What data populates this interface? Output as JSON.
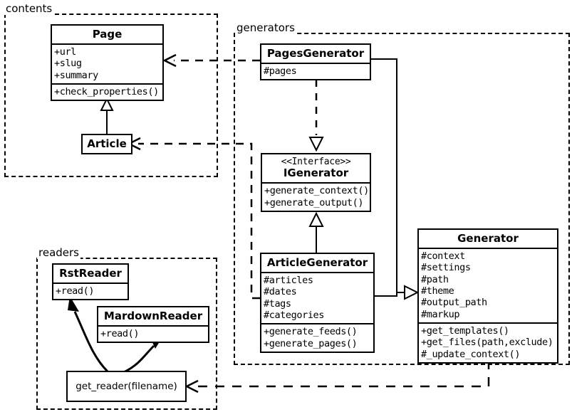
{
  "diagram": {
    "type": "uml-class-diagram",
    "background": "#ffffff",
    "line_color": "#000000"
  },
  "packages": [
    {
      "name": "contents",
      "label": "contents"
    },
    {
      "name": "generators",
      "label": "generators"
    },
    {
      "name": "readers",
      "label": "readers"
    }
  ],
  "classes": {
    "page": {
      "title": "Page",
      "attributes": [
        "+url",
        "+slug",
        "+summary"
      ],
      "methods": [
        "+check_properties()"
      ]
    },
    "article": {
      "title": "Article"
    },
    "pages_generator": {
      "title": "PagesGenerator",
      "attributes": [
        "#pages"
      ]
    },
    "igenerator": {
      "stereotype": "<<Interface>>",
      "title": "IGenerator",
      "methods": [
        "+generate_context()",
        "+generate_output()"
      ]
    },
    "article_generator": {
      "title": "ArticleGenerator",
      "attributes": [
        "#articles",
        "#dates",
        "#tags",
        "#categories"
      ],
      "methods": [
        "+generate_feeds()",
        "+generate_pages()"
      ]
    },
    "generator": {
      "title": "Generator",
      "attributes": [
        "#context",
        "#settings",
        "#path",
        "#theme",
        "#output_path",
        "#markup"
      ],
      "methods": [
        "+get_templates()",
        "+get_files(path,exclude)",
        "#_update_context()"
      ]
    },
    "rst_reader": {
      "title": "RstReader",
      "methods": [
        "+read()"
      ]
    },
    "mardown_reader": {
      "title": "MardownReader",
      "methods": [
        "+read()"
      ]
    },
    "get_reader": {
      "label": "get_reader(filename)"
    }
  },
  "relationships": [
    {
      "name": "article-inherits-page",
      "kind": "generalization",
      "from": "Article",
      "to": "Page"
    },
    {
      "name": "pagesgenerator-realizes-igenerator",
      "kind": "realization",
      "from": "PagesGenerator",
      "to": "IGenerator"
    },
    {
      "name": "articlegenerator-inherits-igenerator",
      "kind": "generalization",
      "from": "ArticleGenerator",
      "to": "IGenerator"
    },
    {
      "name": "pagesgenerator-inherits-generator",
      "kind": "generalization",
      "from": "PagesGenerator",
      "to": "Generator"
    },
    {
      "name": "articlegenerator-inherits-generator",
      "kind": "generalization",
      "from": "ArticleGenerator",
      "to": "Generator"
    },
    {
      "name": "pagesgenerator-uses-page",
      "kind": "dependency",
      "from": "PagesGenerator",
      "to": "Page"
    },
    {
      "name": "articlegenerator-uses-article",
      "kind": "dependency",
      "from": "ArticleGenerator",
      "to": "Article"
    },
    {
      "name": "generator-uses-get-reader",
      "kind": "dependency",
      "from": "Generator",
      "to": "get_reader(filename)"
    },
    {
      "name": "get-reader-creates-rstreader",
      "kind": "association",
      "from": "get_reader(filename)",
      "to": "RstReader"
    },
    {
      "name": "get-reader-creates-mardownreader",
      "kind": "association",
      "from": "get_reader(filename)",
      "to": "MardownReader"
    }
  ]
}
